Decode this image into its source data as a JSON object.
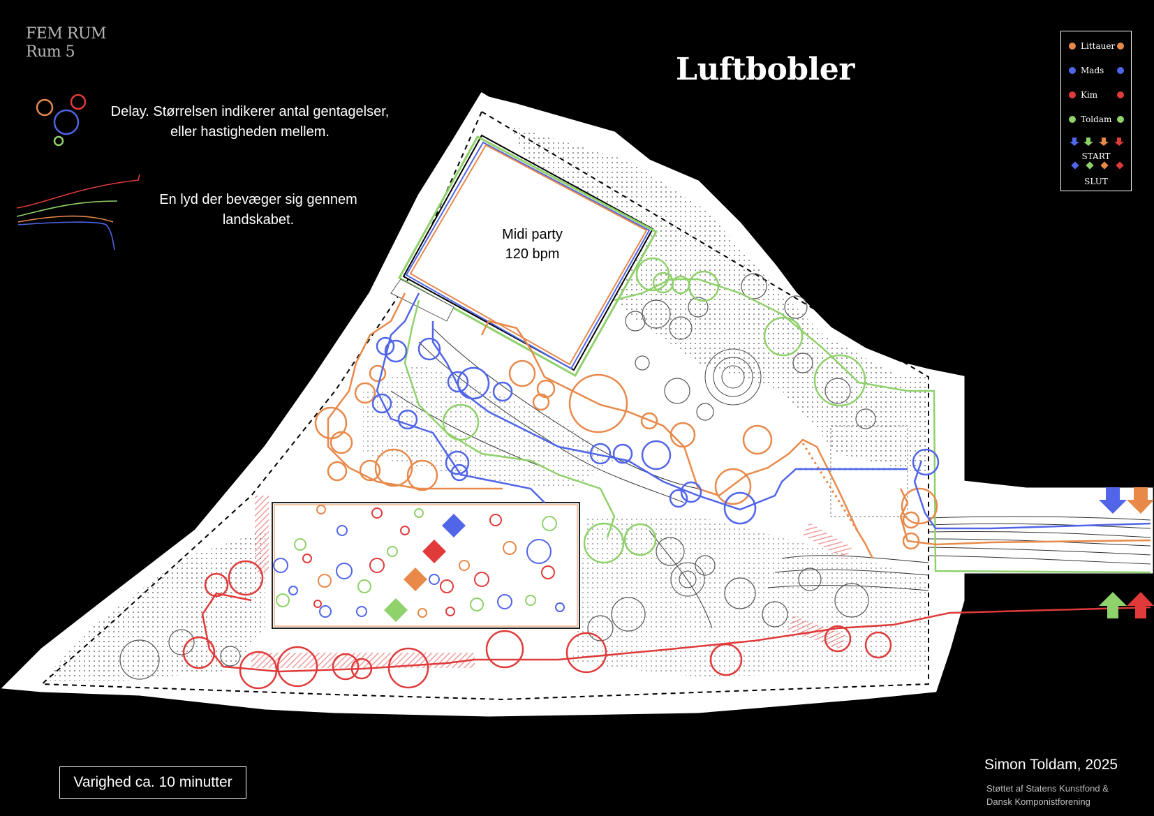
{
  "header": {
    "line1": "FEM RUM",
    "line2": "Rum 5"
  },
  "title": "Luftbobler",
  "legend": {
    "delay_line1": "Delay. Størrelsen indikerer antal gentagelser,",
    "delay_line2": "eller hastigheden mellem.",
    "path_line1": "En lyd der bevæger sig gennem",
    "path_line2": "landskabet."
  },
  "map": {
    "midi_line1": "Midi party",
    "midi_line2": "120 bpm"
  },
  "key": {
    "players": [
      {
        "name": "Littauer",
        "color": "#e8894a"
      },
      {
        "name": "Mads",
        "color": "#5065e8"
      },
      {
        "name": "Kim",
        "color": "#e03a3a"
      },
      {
        "name": "Toldam",
        "color": "#8fd16a"
      }
    ],
    "start_label": "START",
    "end_label": "SLUT"
  },
  "duration": "Varighed ca. 10 minutter",
  "credits": {
    "name": "Simon Toldam, 2025",
    "support_line1": "Støttet af Statens Kunstfond &",
    "support_line2": "Dansk Komponistforening"
  },
  "colors": {
    "littauer": "#e8894a",
    "mads": "#5065e8",
    "kim": "#e03a3a",
    "toldam": "#8fd16a",
    "background": "#000000",
    "map_fill": "#ffffff"
  }
}
